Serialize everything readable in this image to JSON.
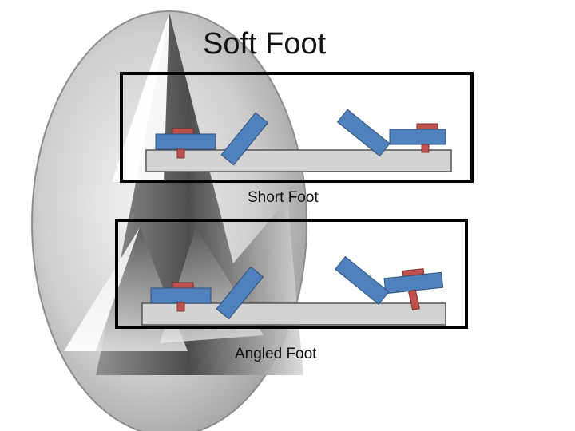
{
  "title": "Soft Foot",
  "panels": [
    {
      "caption": "Short Foot"
    },
    {
      "caption": "Angled Foot"
    }
  ],
  "colors": {
    "frame": "#000000",
    "base_plate": "#d3d3d3",
    "base_plate_edge": "#555555",
    "machine_foot": "#4f81bd",
    "machine_foot_edge": "#2f4f7a",
    "shim_bolt": "#c0504d",
    "shim_bolt_edge": "#7a2f2d",
    "logo_light": "#f2f2f2",
    "logo_dark": "#6a6a6a"
  },
  "icons": {
    "background": "mountain-logo-icon"
  }
}
